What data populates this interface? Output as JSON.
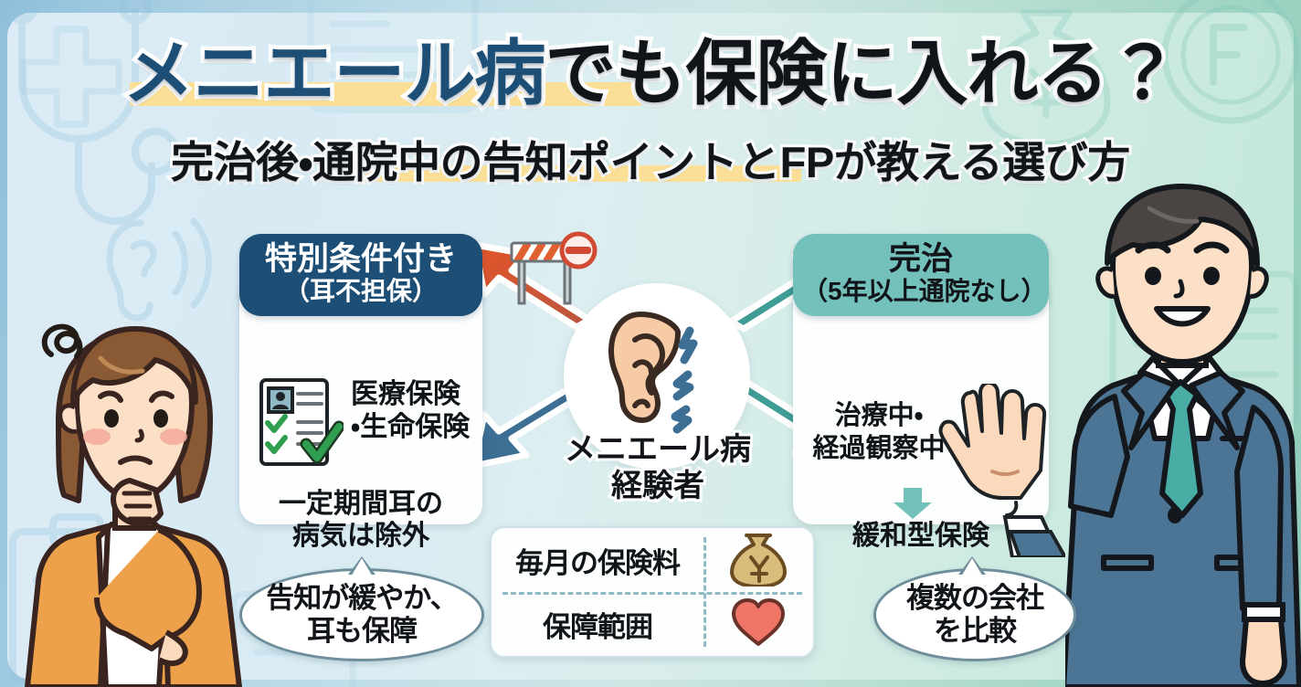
{
  "meta": {
    "headline_part_highlighted": "メニエール病",
    "headline_part_plain": "でも保険に入れる？",
    "subtitle": "完治後・通院中の告知ポイントとFPが教える選び方"
  },
  "colors": {
    "navy": "#1d4f76",
    "teal": "#74c0bb",
    "teal_arrow": "#3f9c94",
    "blue_arrow": "#3d6e94",
    "orange_arrow": "#d9532c",
    "highlight_yellow": "#fbdf96",
    "card_white": "#fdfefe",
    "heart_red": "#ef7566",
    "money_gold": "#d9bb7c",
    "check_green": "#2f9e4f",
    "suit_blue": "#4c7494",
    "cardigan_orange": "#eda14a",
    "tie_teal": "#4aada5"
  },
  "cards": {
    "left": {
      "head_line1": "特別条件付き",
      "head_line2": "（耳不担保）",
      "icon": "id-document-checklist-icon",
      "kind": "医療保険\n・生命保険",
      "kind_line1": "医療保険",
      "kind_line2": "・生命保険",
      "note_line1": "一定期間耳の",
      "note_line2": "病気は除外"
    },
    "right": {
      "head_line1": "完治",
      "head_line2": "（5年以上通院なし）",
      "status_line1": "治療中・",
      "status_line2": "経過観察中",
      "arrow": "down-arrow-icon",
      "product": "緩和型保険",
      "icon": "presenting-hand-icon"
    }
  },
  "hub": {
    "icon": "ear-with-tinnitus-icon",
    "label_line1": "メニエール病",
    "label_line2": "経験者"
  },
  "barrier": {
    "icon": "roadblock-no-entry-icon"
  },
  "arrows": [
    {
      "name": "arrow-to-special-conditions",
      "direction": "upper-left",
      "color": "#d9532c"
    },
    {
      "name": "arrow-to-cured",
      "direction": "upper-right",
      "color": "#3f9c94"
    },
    {
      "name": "arrow-to-exclusion",
      "direction": "lower-left",
      "color": "#3d6e94"
    },
    {
      "name": "arrow-to-relaxed-policy",
      "direction": "lower-right",
      "color": "#3f9c94"
    }
  ],
  "compare_table": {
    "rows": [
      {
        "label": "毎月の保険料",
        "icon": "money-bag-yen-icon",
        "glyph": "¥"
      },
      {
        "label": "保障範囲",
        "icon": "heart-icon",
        "glyph": "♥"
      }
    ]
  },
  "bubbles": {
    "left": {
      "line1": "告知が緩やか、",
      "line2": "耳も保障"
    },
    "right": {
      "line1": "複数の会社",
      "line2": "を比較"
    }
  },
  "characters": {
    "woman": {
      "name": "worried-woman-illustration",
      "accessory": "confusion-squiggle-icon"
    },
    "man": {
      "name": "financial-planner-man-illustration"
    }
  },
  "background_watermarks": [
    "medical-cross-icon",
    "stethoscope-icon",
    "ear-sound-waves-icon",
    "clipboard-icon",
    "money-bag-icon",
    "fp-badge-icon",
    "document-icon",
    "dollar-coin-icon"
  ]
}
